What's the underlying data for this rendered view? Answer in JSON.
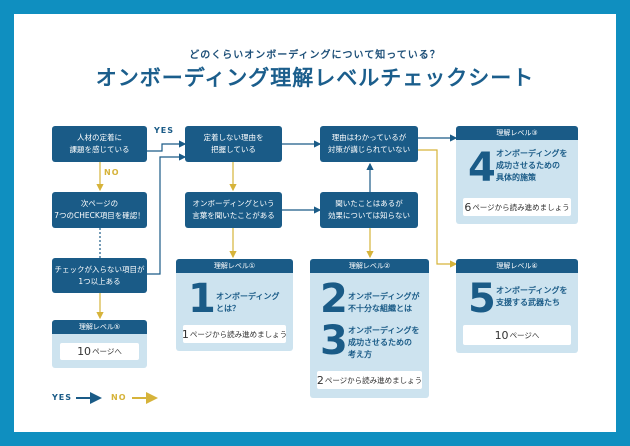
{
  "header": {
    "subtitle": "どのくらいオンボーディングについて知っている？",
    "title": "オンボーディング理解レベルチェックシート"
  },
  "boxes": {
    "b1": [
      "人材の定着に",
      "課題を感じている"
    ],
    "b2": [
      "次ページの",
      "7つのCHECK項目を確認！"
    ],
    "b3": [
      "チェックが入らない項目が",
      "1つ以上ある"
    ],
    "b4": [
      "定着しない理由を",
      "把握している"
    ],
    "b5": [
      "オンボーディングという",
      "言葉を聞いたことがある"
    ],
    "b6": [
      "理由はわかっているが",
      "対策が講じられていない"
    ],
    "b7": [
      "聞いたことはあるが",
      "効果については知らない"
    ]
  },
  "branch_labels": {
    "yes": "YES",
    "no": "NO"
  },
  "cards": {
    "level5": {
      "head": "理解レベル⑤",
      "page_num": "10",
      "page_suffix": "ページへ"
    },
    "level1": {
      "head": "理解レベル①",
      "num": "1",
      "text": [
        "オンボーディング",
        "とは？"
      ],
      "page_num": "1",
      "page_suffix": "ページから読み進めましょう"
    },
    "level2": {
      "head": "理解レベル②",
      "items": [
        {
          "num": "2",
          "text": [
            "オンボーディングが",
            "不十分な組織とは"
          ]
        },
        {
          "num": "3",
          "text": [
            "オンボーディングを",
            "成功させるための",
            "考え方"
          ]
        }
      ],
      "page_num": "2",
      "page_suffix": "ページから読み進めましょう"
    },
    "level3": {
      "head": "理解レベル③",
      "num": "4",
      "text": [
        "オンボーディングを",
        "成功させるための",
        "具体的施策"
      ],
      "page_num": "6",
      "page_suffix": "ページから読み進めましょう"
    },
    "level4": {
      "head": "理解レベル④",
      "num": "5",
      "text": [
        "オンボーディングを",
        "支援する武器たち"
      ],
      "page_num": "10",
      "page_suffix": "ページへ"
    }
  },
  "legend": {
    "yes": "YES",
    "no": "NO"
  },
  "colors": {
    "frame": "#0f8fc0",
    "box": "#1a5b87",
    "card": "#cde3ef",
    "yes": "#1a5b87",
    "no": "#d6b33a"
  }
}
